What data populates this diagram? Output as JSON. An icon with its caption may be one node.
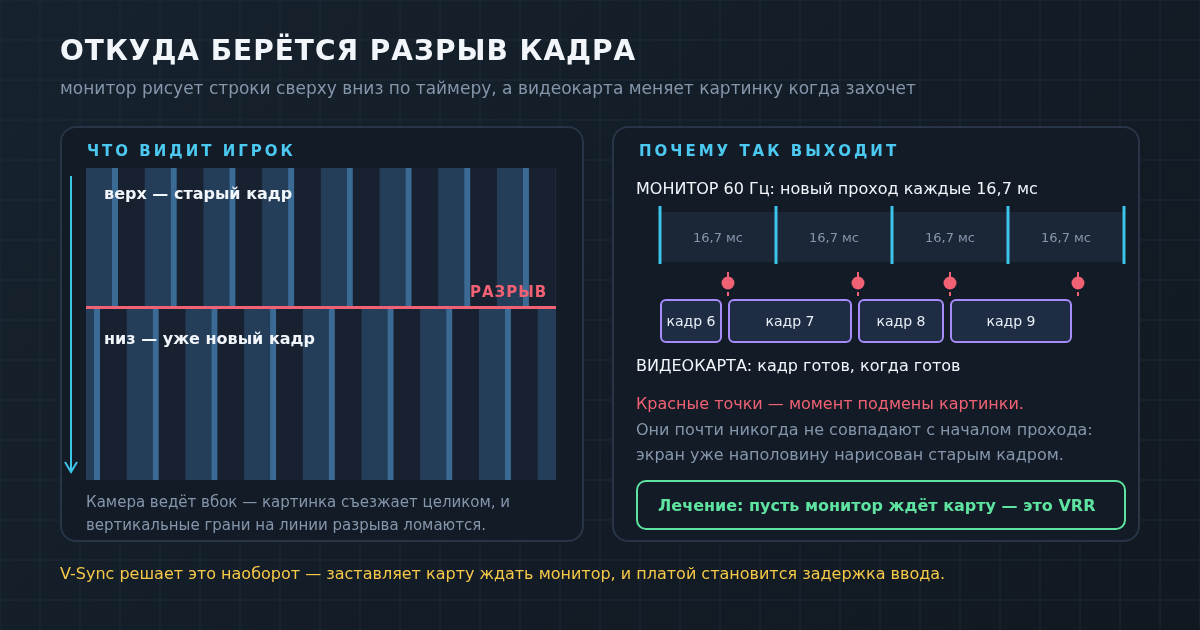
{
  "diagram": {
    "title": "ОТКУДА БЕРЁТСЯ РАЗРЫВ КАДРА",
    "caption": "V-Sync решает это наоборот — заставляет карту ждать монитор, и платой становится задержка ввода.",
    "nodes": [
      {
        "text": [
          "ЧТО ВИДИТ ИГРОК"
        ]
      },
      {
        "text": [
          "ПОЧЕМУ ТАК ВЫХОДИТ"
        ]
      },
      {
        "text": [
          "16,7 мс"
        ],
        "in": 1
      },
      {
        "text": [
          "16,7 мс"
        ],
        "in": 1
      },
      {
        "text": [
          "16,7 мс"
        ],
        "in": 1
      },
      {
        "text": [
          "16,7 мс"
        ],
        "in": 1
      },
      {
        "text": [
          "кадр 6"
        ],
        "in": 1
      },
      {
        "text": [
          "кадр 7"
        ],
        "in": 1
      },
      {
        "text": [
          "кадр 8"
        ],
        "in": 1
      },
      {
        "text": [
          "кадр 9"
        ],
        "in": 1
      },
      {
        "text": [
          "Лечение: пусть монитор ждёт карту — это VRR"
        ],
        "in": 1
      }
    ],
    "labels": [
      "монитор рисует строки сверху вниз по таймеру, а видеокарта меняет картинку когда захочет",
      "верх — старый кадр",
      "РАЗРЫВ",
      "низ — уже новый кадр",
      "Камера ведёт вбок — картинка съезжает целиком, и вертикальные грани на линии разрыва ломаются.",
      "МОНИТОР 60 Гц: новый проход каждые 16,7 мс",
      "ВИДЕОКАРТА: кадр готов, когда готов",
      "Красные точки — момент подмены картинки.",
      "Они почти никогда не совпадают с началом прохода: экран уже наполовину нарисован старым кадром."
    ]
  }
}
